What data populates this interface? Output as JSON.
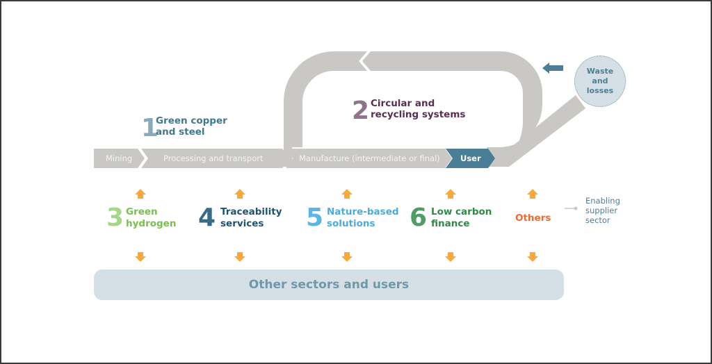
{
  "diagram": {
    "colors": {
      "flow_gray": "#c9c8c4",
      "user_blue": "#4a7d96",
      "arrow_orange": "#f9a93a",
      "waste_fill": "#d4dfe6",
      "waste_text": "#4e7d94",
      "others_box_fill": "#d4dfe6",
      "others_box_text": "#7197a8"
    },
    "stages": [
      {
        "label": "Mining"
      },
      {
        "label": "Processing and transport"
      },
      {
        "label": "Manufacture (intermediate or final)"
      },
      {
        "label": "User"
      }
    ],
    "pillars_top": [
      {
        "number": "1",
        "line1": "Green copper",
        "line2": "and steel",
        "num_color": "#8aaabb",
        "text_color": "#3f7891"
      },
      {
        "number": "2",
        "line1": "Circular and",
        "line2": "recycling systems",
        "num_color": "#8e7389",
        "text_color": "#5a2d52"
      }
    ],
    "waste": {
      "line1": "Waste",
      "line2": "and",
      "line3": "losses"
    },
    "sectors": [
      {
        "number": "3",
        "line1": "Green",
        "line2": "hydrogen",
        "num_color": "#a6d788",
        "text_color": "#78c04e"
      },
      {
        "number": "4",
        "line1": "Traceability",
        "line2": "services",
        "num_color": "#386b88",
        "text_color": "#1f5171"
      },
      {
        "number": "5",
        "line1": "Nature-based",
        "line2": "solutions",
        "num_color": "#5ab6e4",
        "text_color": "#4aabe0"
      },
      {
        "number": "6",
        "line1": "Low carbon",
        "line2": "finance",
        "num_color": "#4f9c66",
        "text_color": "#2e8a47"
      },
      {
        "number": "",
        "line1": "Others",
        "line2": "",
        "num_color": "#f26a2e",
        "text_color": "#f26a2e"
      }
    ],
    "enabling": {
      "line1": "Enabling",
      "line2": "supplier",
      "line3": "sector"
    },
    "other_sectors_label": "Other sectors and users"
  }
}
